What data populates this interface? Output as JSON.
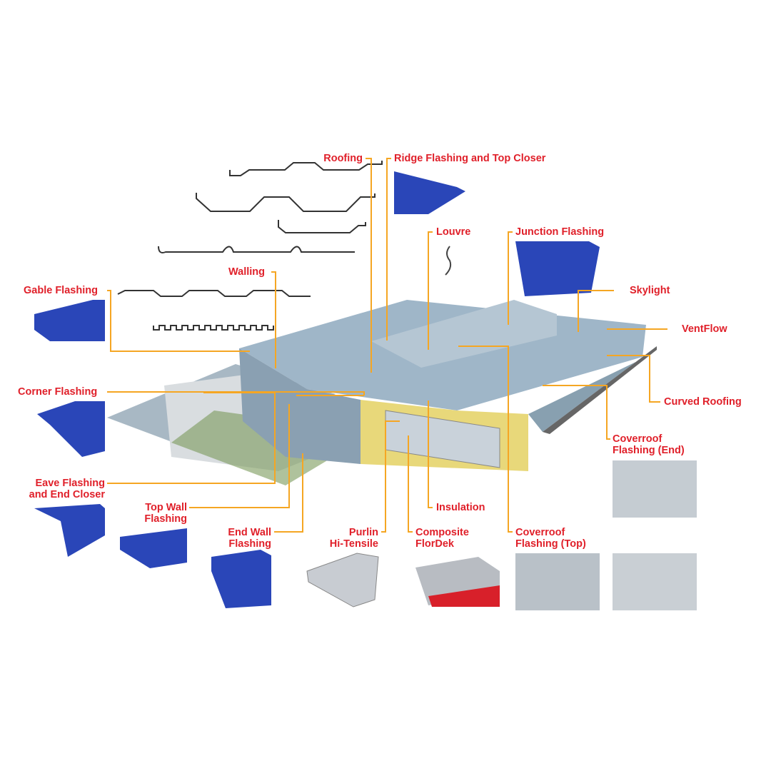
{
  "colors": {
    "label": "#e0202a",
    "leader": "#f5a623",
    "flashing": "#2a46b8",
    "roof": "#9fb6c8"
  },
  "labels": {
    "roofing": "Roofing",
    "ridge": "Ridge Flashing and Top Closer",
    "louvre": "Louvre",
    "junction": "Junction Flashing",
    "skylight": "Skylight",
    "ventflow": "VentFlow",
    "curved": "Curved Roofing",
    "coverroof_end_1": "Coverroof",
    "coverroof_end_2": "Flashing (End)",
    "insulation": "Insulation",
    "coverroof_top_1": "Coverroof",
    "coverroof_top_2": "Flashing (Top)",
    "florDek_1": "Composite",
    "florDek_2": "FlorDek",
    "purlin_1": "Purlin",
    "purlin_2": "Hi-Tensile",
    "endwall_1": "End Wall",
    "endwall_2": "Flashing",
    "topwall_1": "Top Wall",
    "topwall_2": "Flashing",
    "eave_1": "Eave Flashing",
    "eave_2": "and End Closer",
    "corner": "Corner Flashing",
    "gable": "Gable Flashing",
    "walling": "Walling"
  }
}
